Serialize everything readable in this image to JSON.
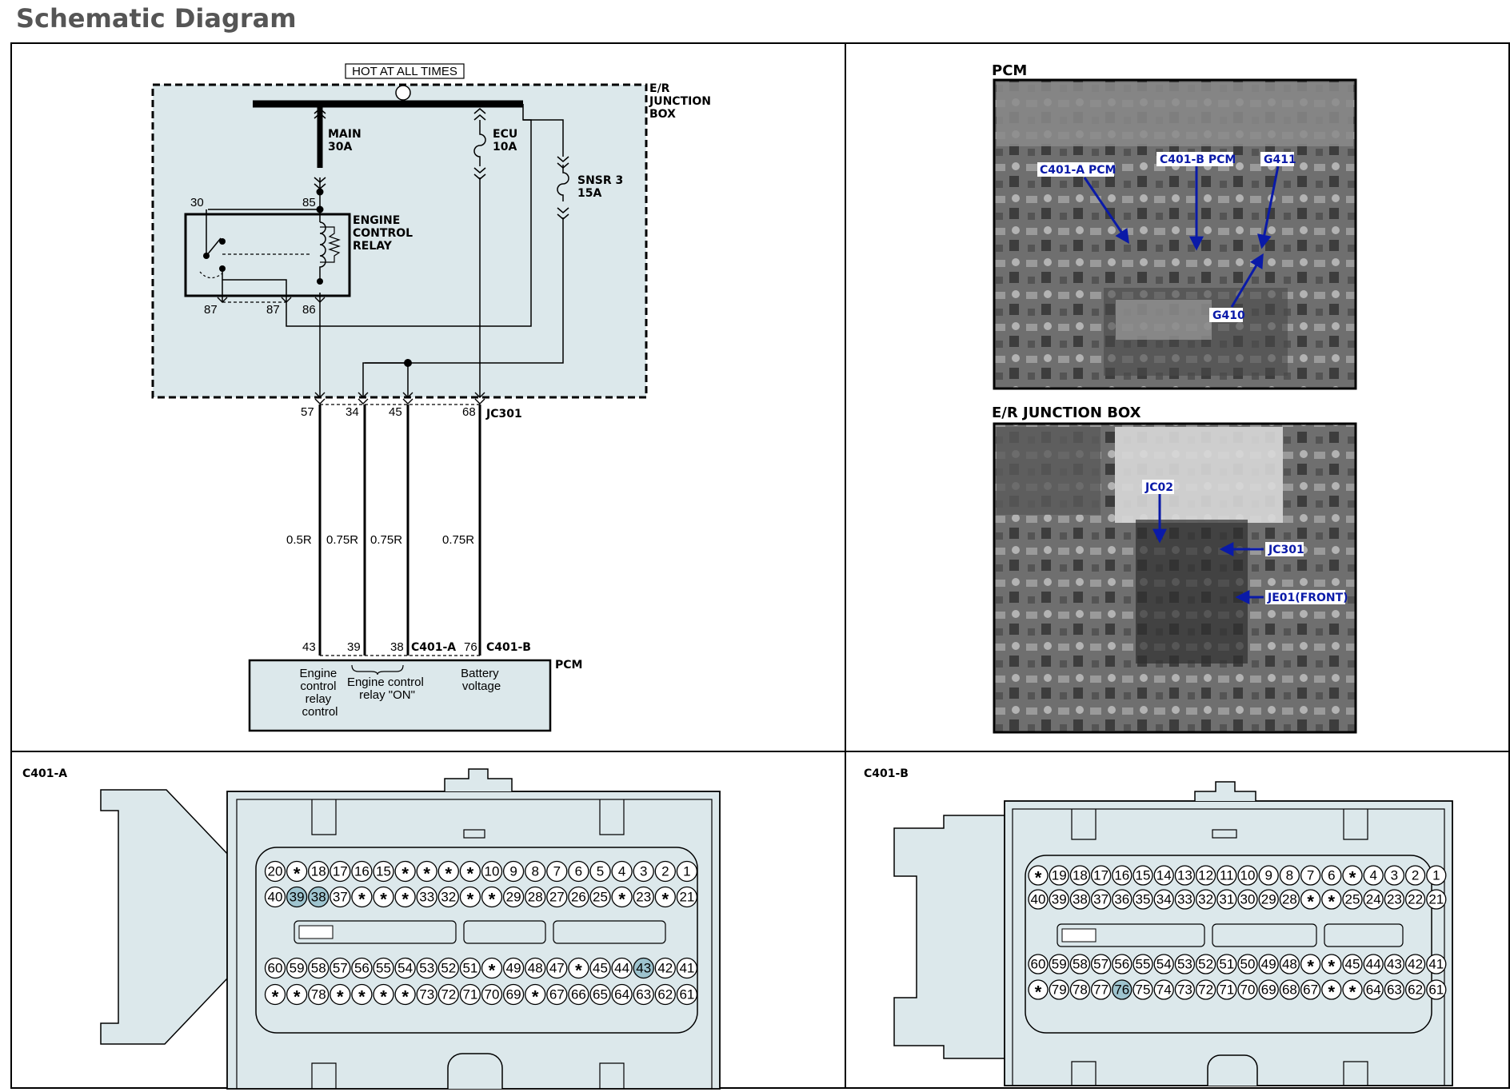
{
  "page": {
    "title": "Schematic Diagram"
  },
  "schematic": {
    "hot_label": "HOT AT ALL TIMES",
    "junction_box_label": [
      "E/R",
      "JUNCTION",
      "BOX"
    ],
    "fuses": [
      {
        "id": "main",
        "lines": [
          "MAIN",
          "30A"
        ]
      },
      {
        "id": "ecu",
        "lines": [
          "ECU",
          "10A"
        ]
      },
      {
        "id": "snsr",
        "lines": [
          "SNSR  3",
          "15A"
        ]
      }
    ],
    "relay_label": [
      "ENGINE",
      "CONTROL",
      "RELAY"
    ],
    "relay_pins": {
      "p30": "30",
      "p85": "85",
      "p87a": "87",
      "p87b": "87",
      "p86": "86"
    },
    "jc_pins": [
      "57",
      "34",
      "45",
      "68"
    ],
    "jc_connector": "JC301",
    "wires": [
      "0.5R",
      "0.75R",
      "0.75R",
      "0.75R"
    ],
    "pcm_pins": [
      "43",
      "39",
      "38",
      "76"
    ],
    "pcm_connector_a": "C401-A",
    "pcm_connector_b": "C401-B",
    "pcm_label": "PCM",
    "pcm_functions": {
      "relay_control": [
        "Engine",
        "control",
        "relay",
        "control"
      ],
      "relay_on": [
        "Engine control",
        "relay \"ON\""
      ],
      "battery": [
        "Battery",
        "voltage"
      ]
    }
  },
  "photos": {
    "pcm": {
      "caption": "PCM",
      "callouts": [
        "C401-A PCM",
        "C401-B PCM",
        "G411",
        "G410"
      ]
    },
    "junction": {
      "caption": "E/R JUNCTION BOX",
      "callouts": [
        "JC02",
        "JC301",
        "JE01(FRONT)"
      ]
    }
  },
  "connectors": {
    "a": {
      "name": "C401-A",
      "highlight": [
        "39",
        "38",
        "43"
      ],
      "rows": [
        [
          "20",
          "*",
          "18",
          "17",
          "16",
          "15",
          "*",
          "*",
          "*",
          "*",
          "10",
          "9",
          "8",
          "7",
          "6",
          "5",
          "4",
          "3",
          "2",
          "1"
        ],
        [
          "40",
          "39",
          "38",
          "37",
          "*",
          "*",
          "*",
          "33",
          "32",
          "*",
          "*",
          "29",
          "28",
          "27",
          "26",
          "25",
          "*",
          "23",
          "*",
          "21"
        ],
        [
          "60",
          "59",
          "58",
          "57",
          "56",
          "55",
          "54",
          "53",
          "52",
          "51",
          "*",
          "49",
          "48",
          "47",
          "*",
          "45",
          "44",
          "43",
          "42",
          "41"
        ],
        [
          "*",
          "*",
          "78",
          "*",
          "*",
          "*",
          "*",
          "73",
          "72",
          "71",
          "70",
          "69",
          "*",
          "67",
          "66",
          "65",
          "64",
          "63",
          "62",
          "61"
        ]
      ]
    },
    "b": {
      "name": "C401-B",
      "highlight": [
        "76"
      ],
      "rows": [
        [
          "*",
          "19",
          "18",
          "17",
          "16",
          "15",
          "14",
          "13",
          "12",
          "11",
          "10",
          "9",
          "8",
          "7",
          "6",
          "*",
          "4",
          "3",
          "2",
          "1"
        ],
        [
          "40",
          "39",
          "38",
          "37",
          "36",
          "35",
          "34",
          "33",
          "32",
          "31",
          "30",
          "29",
          "28",
          "*",
          "*",
          "25",
          "24",
          "23",
          "22",
          "21"
        ],
        [
          "60",
          "59",
          "58",
          "57",
          "56",
          "55",
          "54",
          "53",
          "52",
          "51",
          "50",
          "49",
          "48",
          "*",
          "*",
          "45",
          "44",
          "43",
          "42",
          "41"
        ],
        [
          "*",
          "79",
          "78",
          "77",
          "76",
          "75",
          "74",
          "73",
          "72",
          "71",
          "70",
          "69",
          "68",
          "67",
          "*",
          "*",
          "64",
          "63",
          "62",
          "61"
        ]
      ]
    }
  },
  "colors": {
    "fill": "#dce8eb",
    "highlight": "#9ec4cf",
    "callout": "#0a1aa8",
    "title": "#555555"
  }
}
